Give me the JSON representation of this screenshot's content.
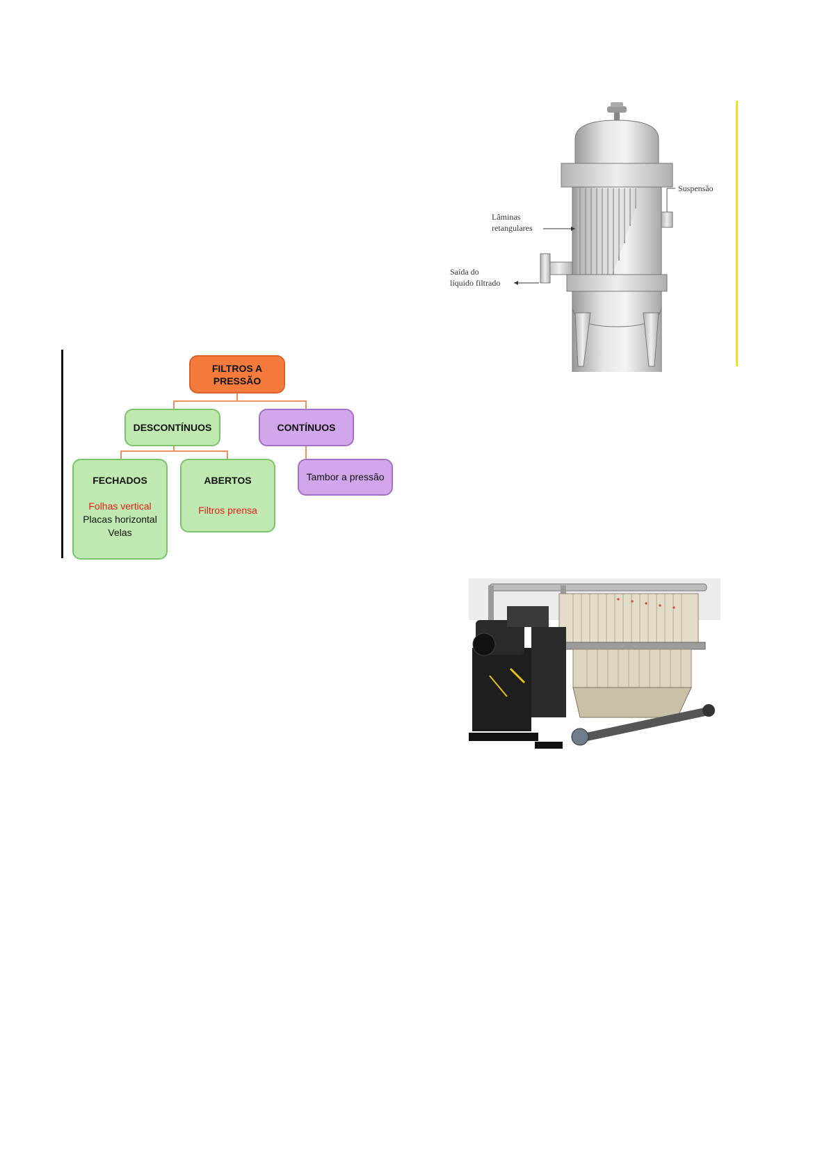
{
  "org_chart": {
    "root": {
      "line1": "FILTROS A",
      "line2": "PRESSÃO"
    },
    "discontinuous": {
      "label": "DESCONTÍNUOS"
    },
    "continuous": {
      "label": "CONTÍNUOS"
    },
    "closed": {
      "title": "FECHADOS",
      "items": [
        "Folhas vertical",
        "Placas horizontal",
        "Velas"
      ]
    },
    "open": {
      "title": "ABERTOS",
      "items": [
        "Filtros prensa"
      ]
    },
    "continuous_child": {
      "label": "Tambor a pressão"
    },
    "colors": {
      "root": "#f57b3c",
      "green": "#bfe9b0",
      "purple": "#d2a6ea",
      "highlight_text": "#e0201c",
      "connector": "#f0905a"
    }
  },
  "vessel_figure": {
    "labels": {
      "suspension": "Suspensão",
      "plates_line1": "Lâminas",
      "plates_line2": "retangulares",
      "outlet_line1": "Saída do",
      "outlet_line2": "líquido filtrado"
    }
  },
  "photo": {
    "subject": "filter-press-machine"
  }
}
